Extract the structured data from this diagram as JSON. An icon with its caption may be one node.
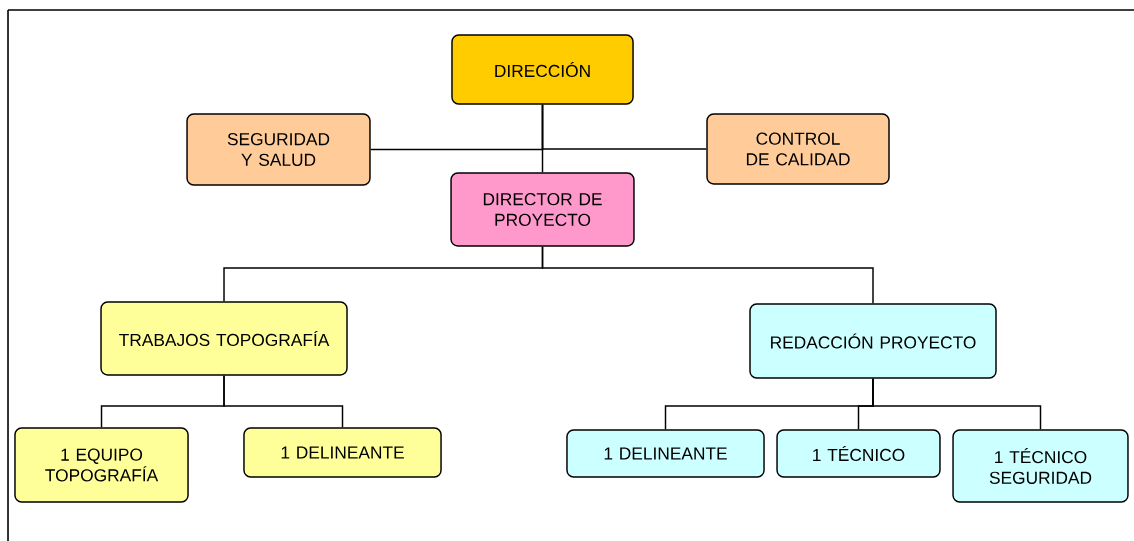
{
  "diagram": {
    "nodes": [
      {
        "text": [
          "DIRECCIÓN"
        ]
      },
      {
        "text": [
          "SEGURIDAD Y SALUD"
        ]
      },
      {
        "text": [
          "CONTROL DE CALIDAD"
        ]
      },
      {
        "text": [
          "DIRECTOR DE PROYECTO"
        ]
      },
      {
        "text": [
          "TRABAJOS TOPOGRAFÍA"
        ]
      },
      {
        "text": [
          "REDACCIÓN PROYECTO"
        ]
      },
      {
        "text": [
          "1 EQUIPO TOPOGRAFÍA"
        ]
      },
      {
        "text": [
          "1 DELINEANTE"
        ]
      },
      {
        "text": [
          "1 DELINEANTE"
        ]
      },
      {
        "text": [
          "1 TÉCNICO"
        ]
      },
      {
        "text": [
          "1 TÉCNICO SEGURIDAD"
        ]
      }
    ],
    "edges": [
      {
        "from": 0,
        "to": 3,
        "arrow": "none"
      },
      {
        "from": 0,
        "to": 1,
        "arrow": "none"
      },
      {
        "from": 0,
        "to": 2,
        "arrow": "none"
      },
      {
        "from": 3,
        "to": 4,
        "arrow": "none"
      },
      {
        "from": 3,
        "to": 5,
        "arrow": "none"
      },
      {
        "from": 4,
        "to": 6,
        "arrow": "none"
      },
      {
        "from": 4,
        "to": 7,
        "arrow": "none"
      },
      {
        "from": 5,
        "to": 8,
        "arrow": "none"
      },
      {
        "from": 5,
        "to": 9,
        "arrow": "none"
      },
      {
        "from": 5,
        "to": 10,
        "arrow": "none"
      }
    ]
  }
}
